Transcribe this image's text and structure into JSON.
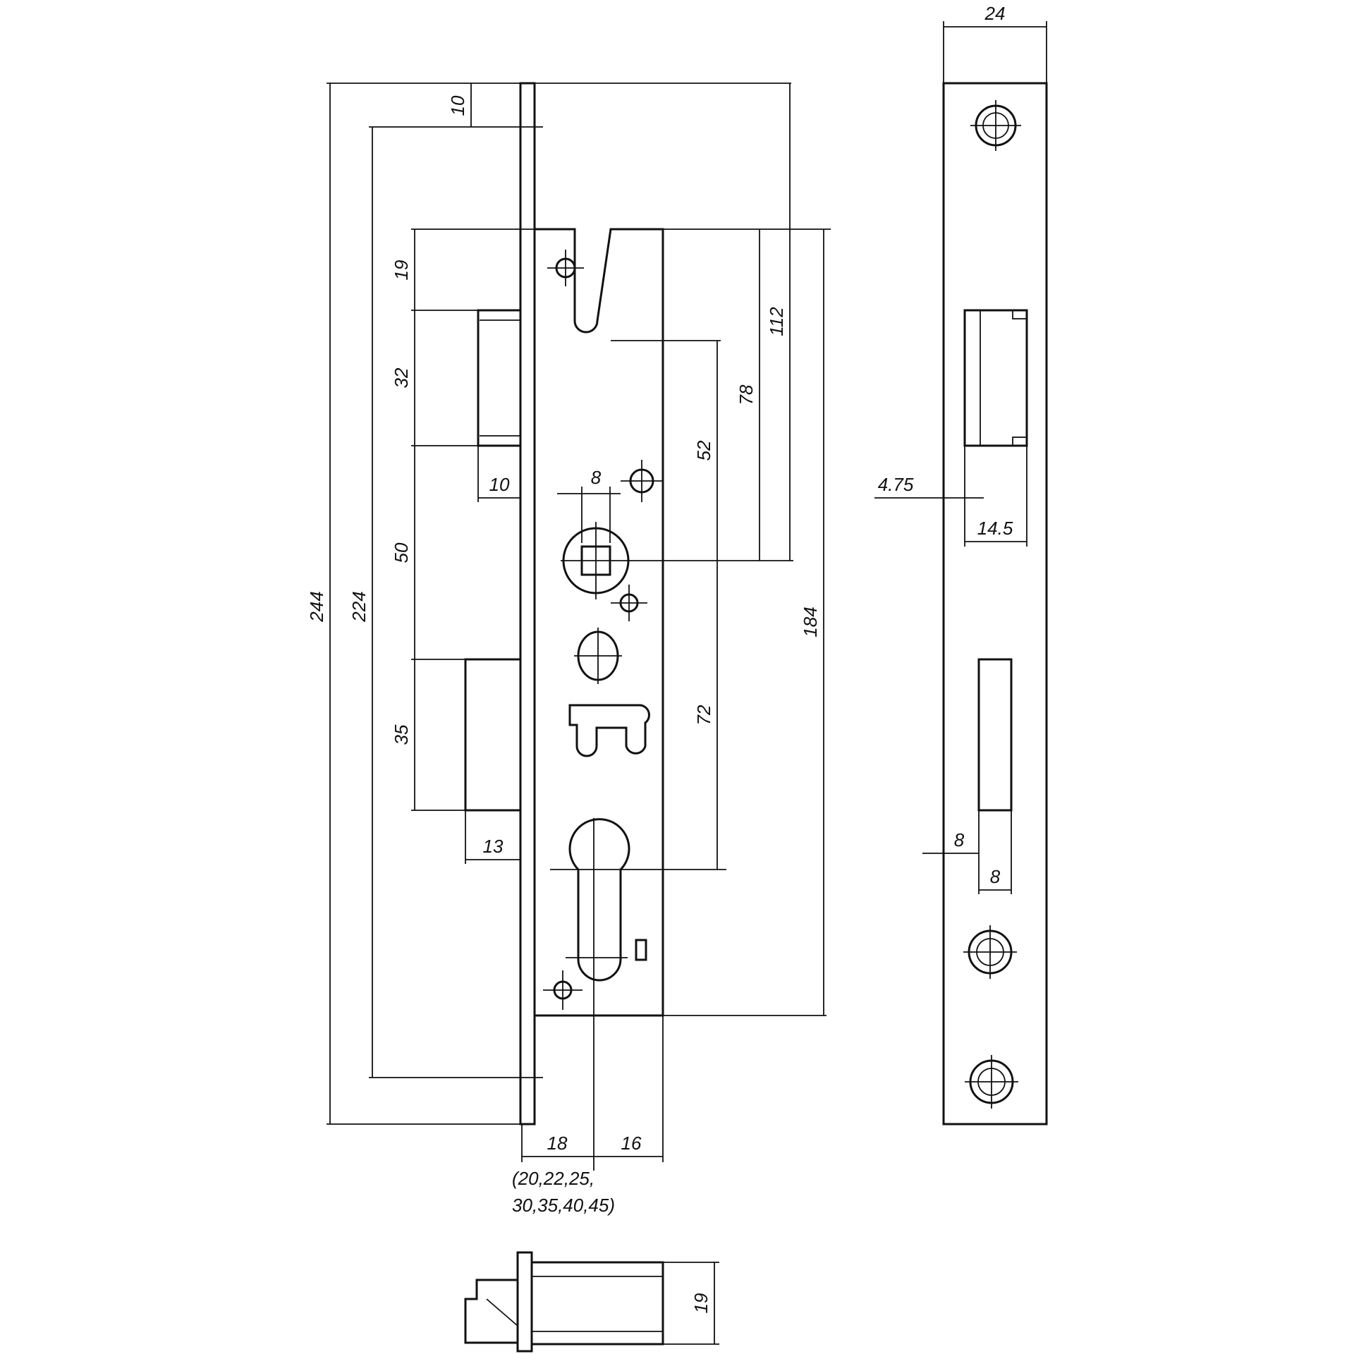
{
  "dimensions": {
    "faceplate_thickness": "10",
    "faceplate_length": "244",
    "screw_hole_spacing": "224",
    "slot_top": "19",
    "latch_height": "32",
    "latch_to_deadbolt": "50",
    "deadbolt_height": "35",
    "latch_projection": "10",
    "deadbolt_projection": "13",
    "spindle_square": "8",
    "spindle_to_cylinder": "72",
    "slot_to_spindle": "52",
    "top_to_spindle": "78",
    "faceplate_top_to_spindle": "112",
    "case_height": "184",
    "case_width": "16",
    "backset": "18",
    "backset_options_line1": "(20,22,25,",
    "backset_options_line2": "30,35,40,45)",
    "faceplate_width": "24",
    "latch_offset": "4.75",
    "latch_opening_width": "14.5",
    "deadbolt_offset": "8",
    "deadbolt_opening_width": "8",
    "bolt_height_bottom": "19"
  }
}
